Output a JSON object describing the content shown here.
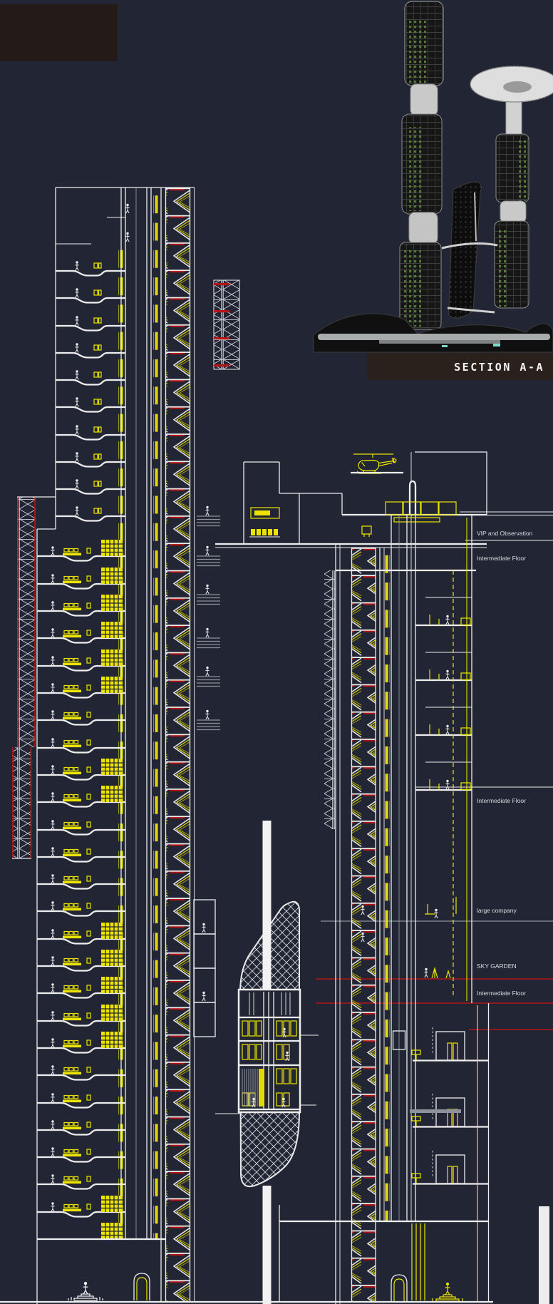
{
  "render": {
    "caption": "SECTION A-A"
  },
  "annotations": {
    "labels": [
      {
        "text": "VIP and Observation"
      },
      {
        "text": "Intermediate Floor"
      },
      {
        "text": "Intermediate Floor"
      },
      {
        "text": "large company"
      },
      {
        "text": "SKY GARDEN"
      },
      {
        "text": "Intermediate Floor"
      }
    ]
  },
  "palette": {
    "background": "#222634",
    "linework": "#ededed",
    "cad_yellow": "#ece400",
    "cad_red": "#b31515",
    "muted_gray": "#8d929b",
    "caption_band": "#2a211d",
    "corner_swatch": "#241a17",
    "render_foliage": "#567d33"
  },
  "icons": [
    {
      "name": "helicopter-icon",
      "meaning": "helicopter parked on rooftop helipad"
    },
    {
      "name": "statue-icon",
      "meaning": "lobby statue on pedestal"
    },
    {
      "name": "person-figure-icon",
      "meaning": "human scale figure"
    }
  ]
}
